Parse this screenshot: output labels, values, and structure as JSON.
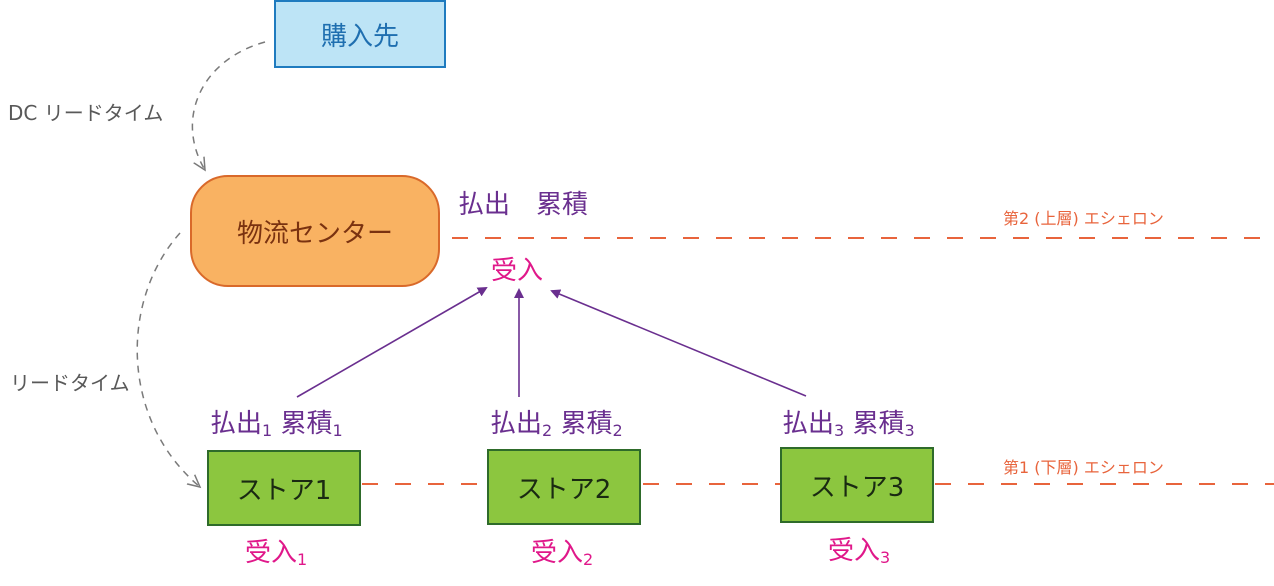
{
  "nodes": {
    "supplier": "購入先",
    "dc": "物流センター",
    "stores": [
      "ストア1",
      "ストア2",
      "ストア3"
    ]
  },
  "lead_times": {
    "dc": "DC リードタイム",
    "store": "リードタイム"
  },
  "dc_labels": {
    "outflow_cumulative": "払出　累積",
    "receipt": "受入"
  },
  "store_labels": [
    {
      "outflow": "払出",
      "cumulative": "累積",
      "receipt": "受入",
      "index": "1"
    },
    {
      "outflow": "払出",
      "cumulative": "累積",
      "receipt": "受入",
      "index": "2"
    },
    {
      "outflow": "払出",
      "cumulative": "累積",
      "receipt": "受入",
      "index": "3"
    }
  ],
  "echelons": {
    "upper": "第2 (上層) エシェロン",
    "lower": "第1 (下層) エシェロン"
  },
  "colors": {
    "supplier_fill": "#bde4f6",
    "dc_fill": "#f9b262",
    "store_fill": "#8cc63f",
    "flow_arrow": "#6a2f8f",
    "echelon_line": "#e8643c",
    "receipt_text": "#e0188a"
  }
}
